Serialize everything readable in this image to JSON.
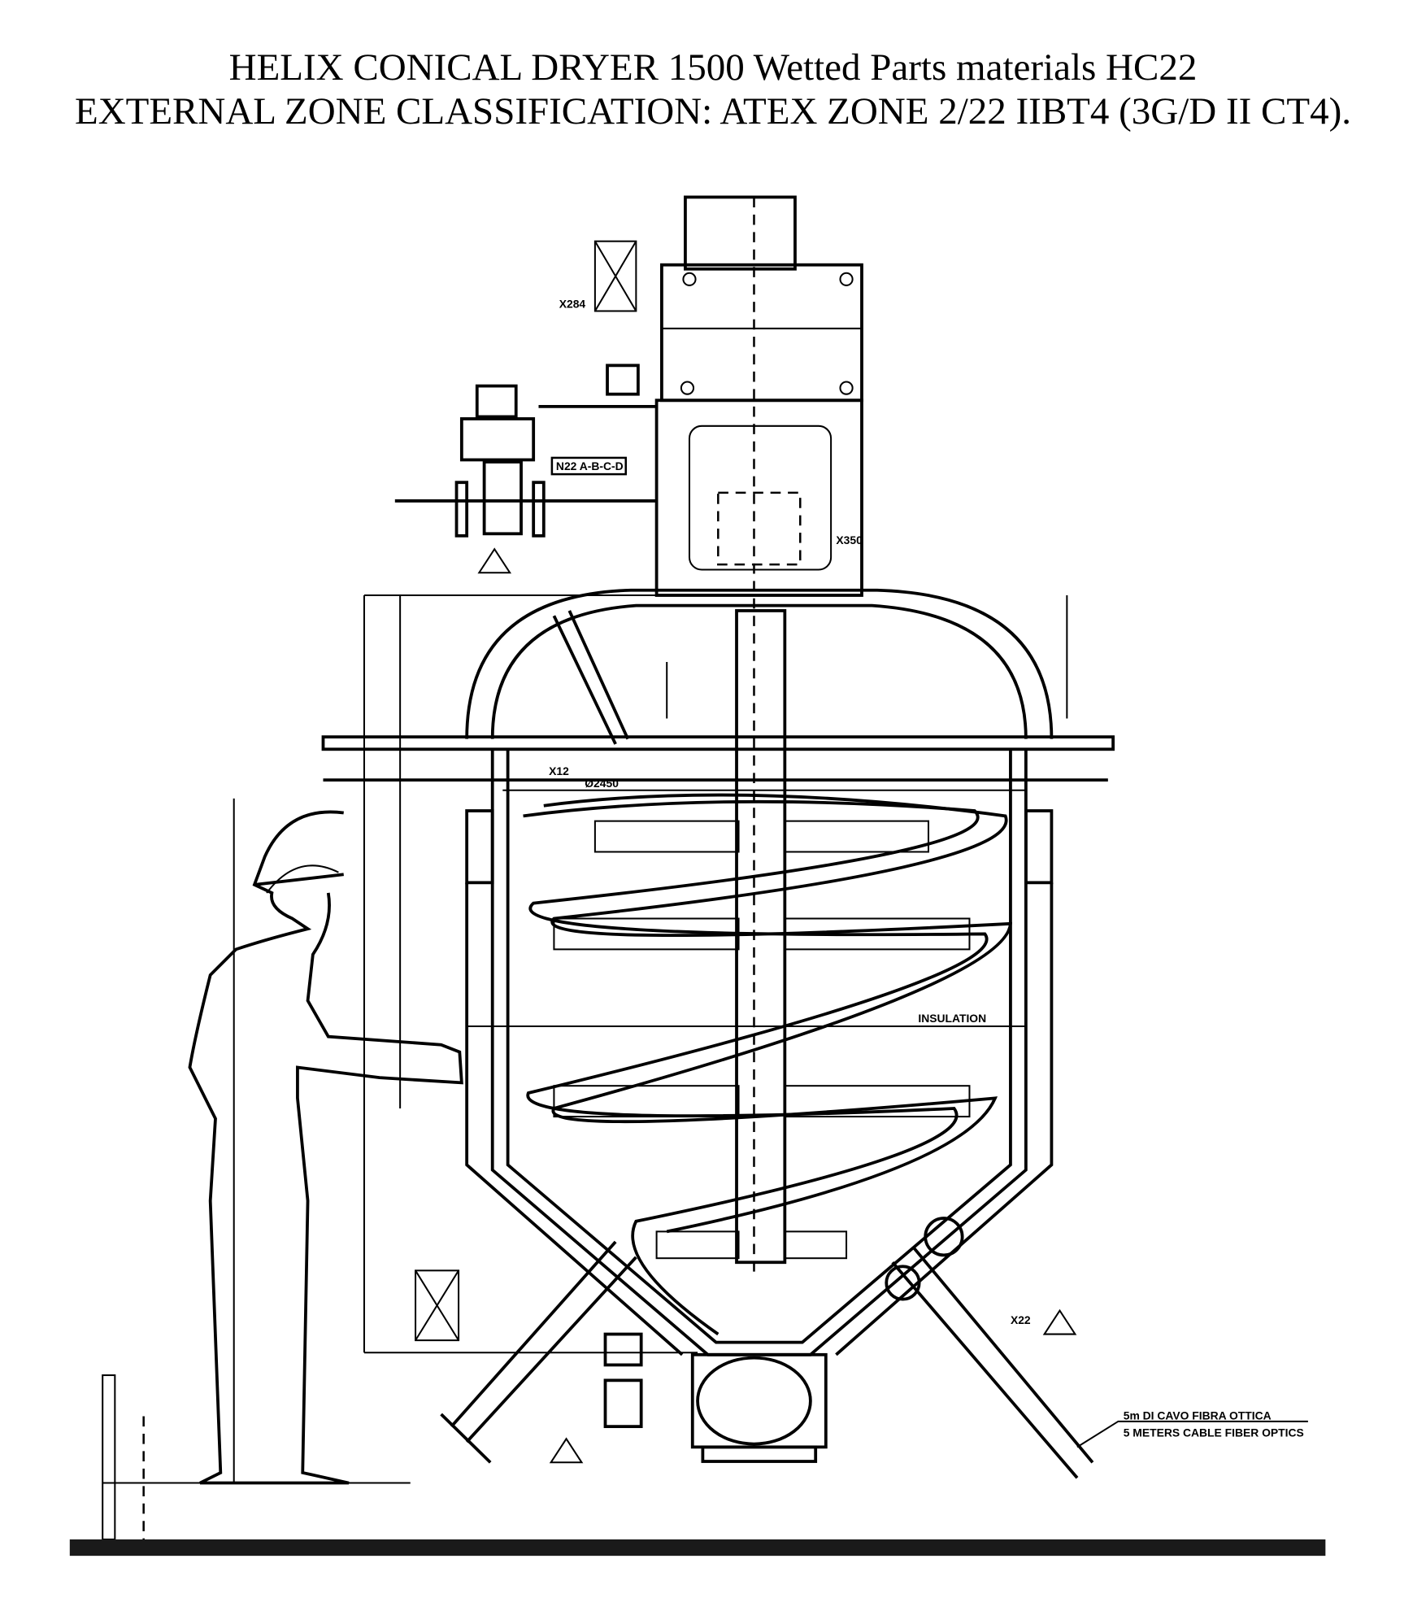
{
  "title": {
    "line1": "HELIX CONICAL DRYER 1500 Wetted Parts materials HC22",
    "line2": "EXTERNAL ZONE CLASSIFICATION: ATEX ZONE 2/22 IIBT4 (3G/D II CT4)."
  },
  "drawing": {
    "tags": {
      "x284": "X284",
      "x350": "X350",
      "x12": "X12",
      "x22": "X22",
      "nozzle_group": "N22 A-B-C-D",
      "diameter": "Ø2450",
      "insulation": "INSULATION"
    },
    "cable_note": {
      "italian": "5m DI CAVO FIBRA OTTICA",
      "english": "5 METERS CABLE FIBER OPTICS"
    }
  }
}
